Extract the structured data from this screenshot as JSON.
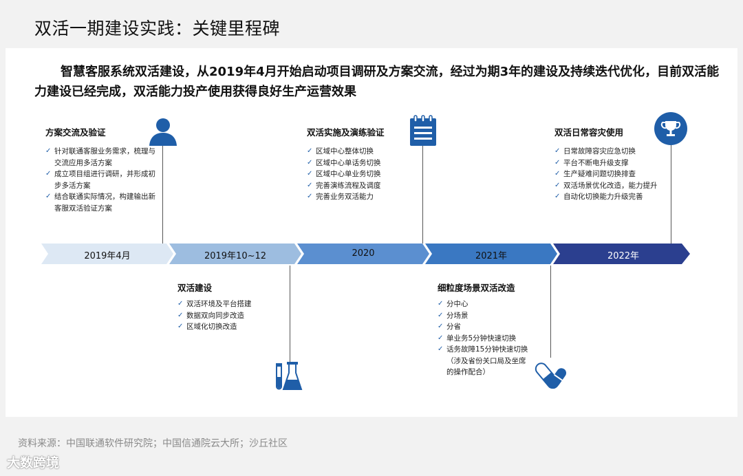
{
  "title": "双活一期建设实践：关键里程碑",
  "intro": "智慧客服系统双活建设，从2019年4月开始启动项目调研及方案交流，经过为期3年的建设及持续迭代优化，目前双活能力建设已经完成，双活能力投产使用获得良好生产运营效果",
  "timeline": [
    "2019年4月",
    "2019年10~12",
    "2020",
    "2021年",
    "2022年"
  ],
  "stages": [
    {
      "title": "方案交流及验证",
      "icon": "user-icon",
      "items": [
        "针对联通客服业务需求，梳理与交流应用多活方案",
        "成立项目组进行调研，并形成初步多活方案",
        "结合联通实际情况，构建输出新客服双活验证方案"
      ]
    },
    {
      "title": "双活建设",
      "icon": "lab-flask-icon",
      "items": [
        "双活环境及平台搭建",
        "数据双向同步改造",
        "区域化切换改造"
      ]
    },
    {
      "title": "双活实施及演练验证",
      "icon": "notepad-icon",
      "items": [
        "区域中心整体切换",
        "区域中心单话务切换",
        "区域中心单业务切换",
        "完善演练流程及调度",
        "完善业务双活能力"
      ]
    },
    {
      "title": "细粒度场景双活改造",
      "icon": "pill-capsule-icon",
      "items": [
        "分中心",
        "分场景",
        "分省",
        "单业务5分钟快速切换",
        "话务故障15分钟快速切换（涉及省份关口局及坐席的操作配合）"
      ]
    },
    {
      "title": "双活日常容灾使用",
      "icon": "trophy-icon",
      "items": [
        "日常故障容灾应急切换",
        "平台不断电升级支撑",
        "生产疑难问题切换排查",
        "双活场景优化改造，能力提升",
        "自动化切换能力升级完善"
      ]
    }
  ],
  "check_mark": "✓",
  "colors": {
    "accent": "#1f5ea8",
    "arrow1": "#dde8f4",
    "arrow2": "#9dbde0",
    "arrow3": "#5b8fd0",
    "arrow4": "#3a78c2",
    "arrow5": "#2b3f8f"
  },
  "source": "资料来源：中国联通软件研究院；中国信通院云大所；沙丘社区",
  "watermark": "大数跨境"
}
